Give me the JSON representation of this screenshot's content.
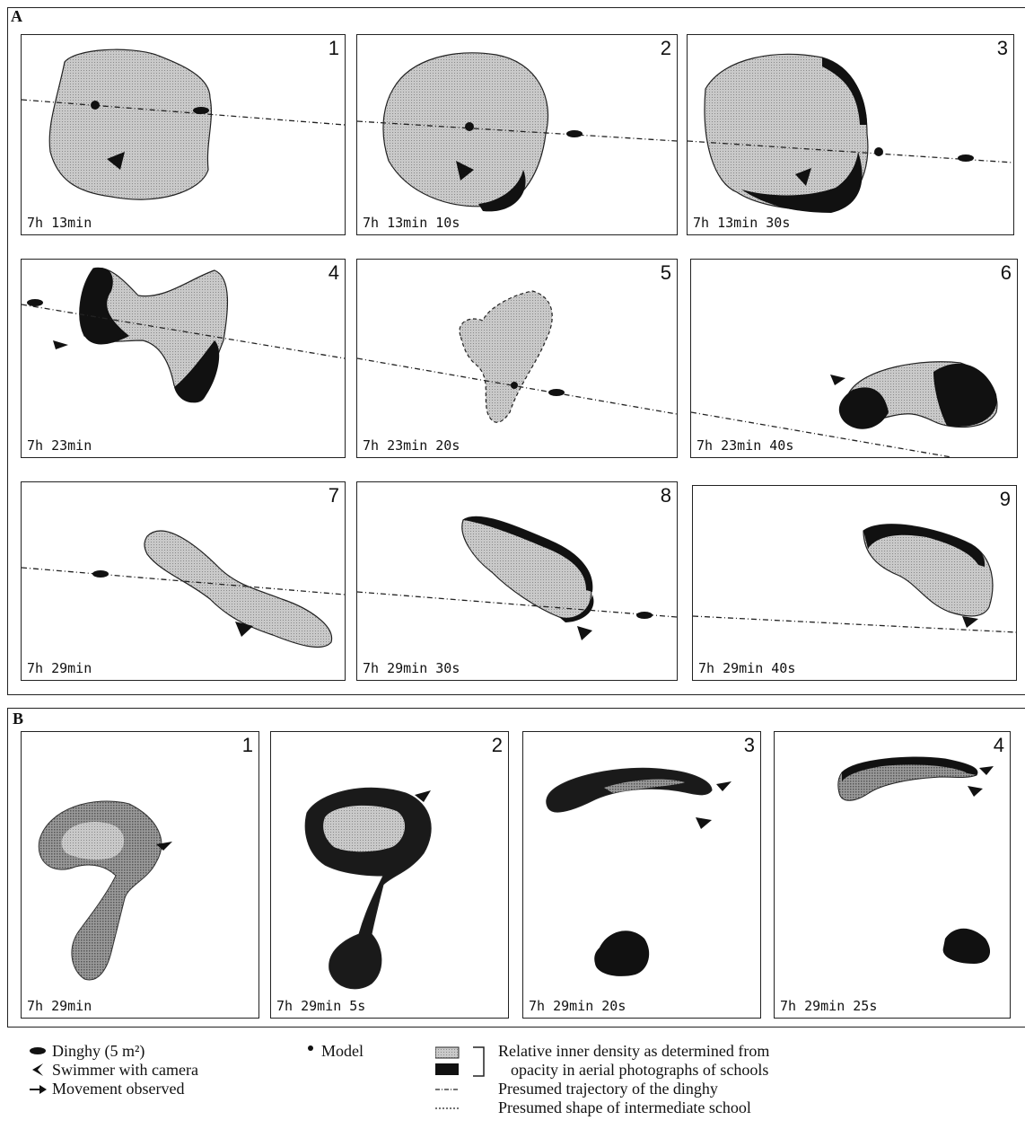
{
  "sections": {
    "a": {
      "label": "A"
    },
    "b": {
      "label": "B"
    }
  },
  "panels_a": [
    {
      "number": "1",
      "time": "7h 13min"
    },
    {
      "number": "2",
      "time": "7h 13min 10s"
    },
    {
      "number": "3",
      "time": "7h 13min 30s"
    },
    {
      "number": "4",
      "time": "7h 23min"
    },
    {
      "number": "5",
      "time": "7h 23min 20s"
    },
    {
      "number": "6",
      "time": "7h 23min 40s"
    },
    {
      "number": "7",
      "time": "7h 29min"
    },
    {
      "number": "8",
      "time": "7h 29min 30s"
    },
    {
      "number": "9",
      "time": "7h 29min 40s"
    }
  ],
  "panels_b": [
    {
      "number": "1",
      "time": "7h 29min"
    },
    {
      "number": "2",
      "time": "7h 29min 5s"
    },
    {
      "number": "3",
      "time": "7h 29min 20s"
    },
    {
      "number": "4",
      "time": "7h 29min 25s"
    }
  ],
  "legend": {
    "dinghy": "Dinghy (5 m²)",
    "swimmer": "Swimmer with camera",
    "movement": "Movement observed",
    "model": "Model",
    "density_line1": "Relative inner density as determined from",
    "density_line2": "opacity in aerial photographs of schools",
    "trajectory": "Presumed trajectory of the dinghy",
    "intermediate": "Presumed shape of intermediate school"
  },
  "colors": {
    "low_density": "#bdbdbd",
    "high_density": "#111111",
    "outline": "#222222"
  }
}
